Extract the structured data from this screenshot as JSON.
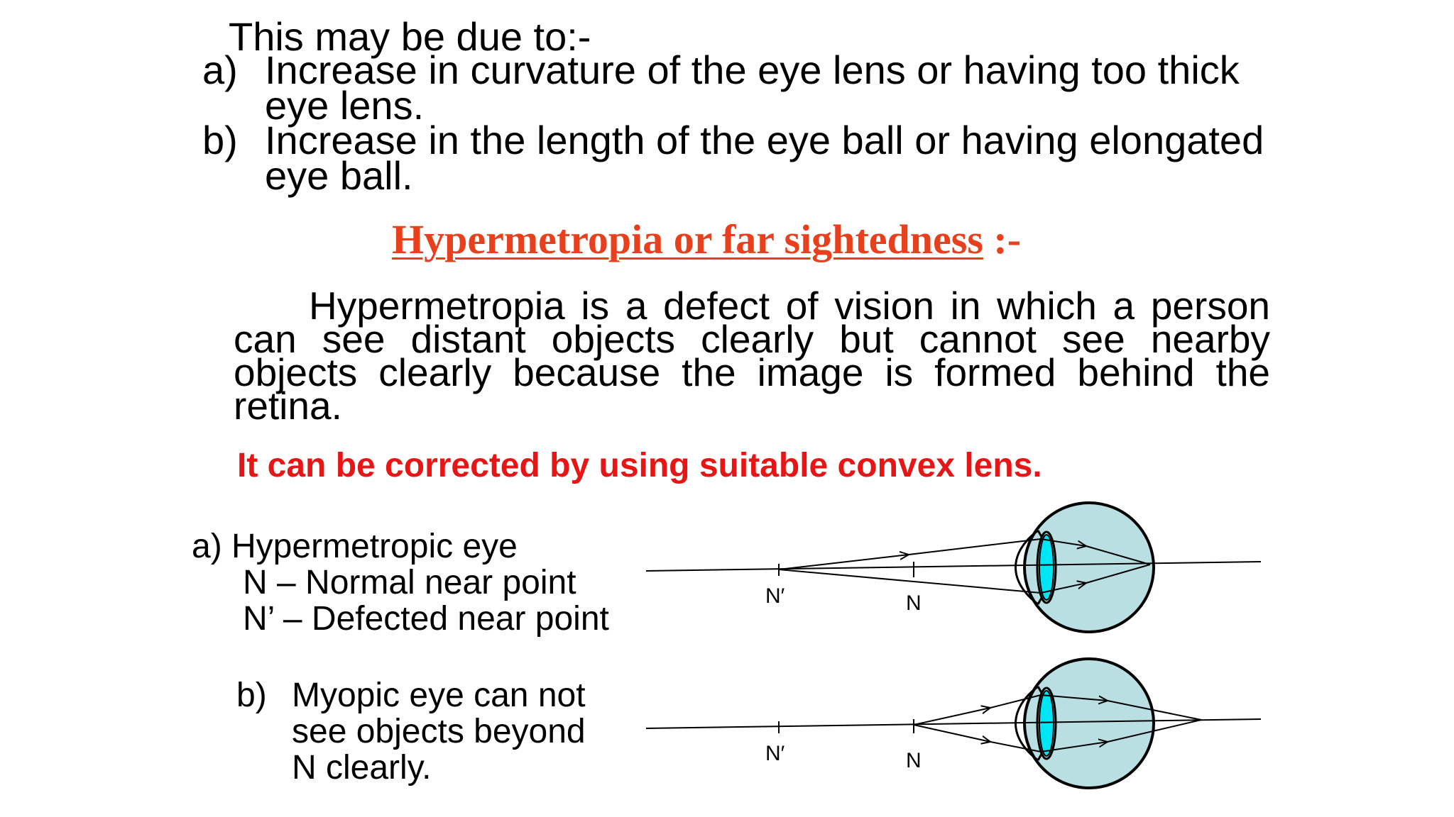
{
  "intro": "This may be due to:-",
  "causes": [
    {
      "mark": "a)",
      "lines": [
        "Increase in curvature of the eye lens or having too thick",
        "eye lens."
      ]
    },
    {
      "mark": "b)",
      "lines": [
        "Increase in the length of the eye ball or having elongated",
        "eye ball."
      ]
    }
  ],
  "heading": {
    "title": "Hypermetropia or far sightedness",
    "suffix": " :-"
  },
  "definition": "Hypermetropia is a defect of vision in which a person can see distant objects clearly but cannot see nearby objects clearly because the image is formed behind the retina.",
  "correction": "It can be corrected by using suitable convex lens.",
  "caption_a": {
    "title": "a) Hypermetropic eye",
    "line1": "N – Normal near point",
    "line2": "N’ – Defected near point"
  },
  "caption_b": {
    "mark": "b)",
    "lines": [
      "Myopic eye can not",
      "see objects beyond",
      "N clearly."
    ]
  },
  "diagram_labels": {
    "defected": "N′",
    "normal": "N"
  },
  "colors": {
    "heading": "#e8401c",
    "correction": "#e61616",
    "eyeball": "#b9dfe3",
    "lens": "#00e5f5"
  }
}
